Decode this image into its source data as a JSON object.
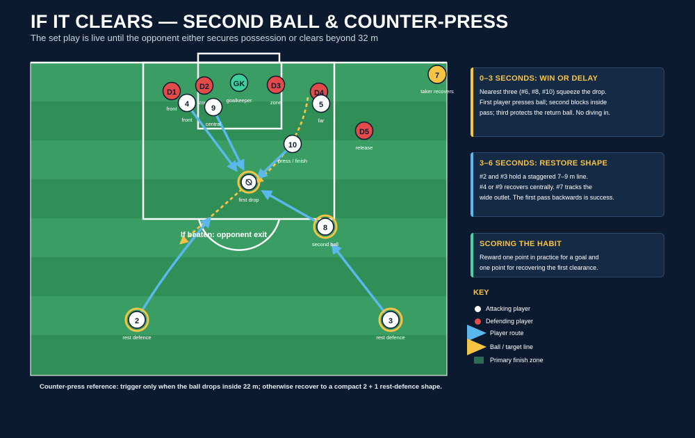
{
  "header": {
    "title": "IF IT CLEARS — SECOND BALL & COUNTER-PRESS",
    "subtitle": "The set play is live until the opponent either secures possession or clears beyond 32 m"
  },
  "colors": {
    "attacker_fill": "#ffffff",
    "defender_fill": "#e34a4a",
    "goalkeeper_fill": "#3fcf9a",
    "taker_fill": "#f6c445",
    "route": "#5ab8ec",
    "ball_line": "#f6c445",
    "pitch_light": "#3a9e64",
    "pitch_dark": "#2f8f57"
  },
  "players": {
    "defenders": [
      {
        "id": "D1",
        "label": "front"
      },
      {
        "id": "D2",
        "label": "zone"
      },
      {
        "id": "D3",
        "label": "zone"
      },
      {
        "id": "D4",
        "label": ""
      },
      {
        "id": "D5",
        "label": "release"
      }
    ],
    "goalkeeper": {
      "id": "GK",
      "label": "goalkeeper"
    },
    "attackers": [
      {
        "id": "4",
        "label": "front"
      },
      {
        "id": "9",
        "label": "central"
      },
      {
        "id": "5",
        "label": "far"
      },
      {
        "id": "10",
        "label": "press / finish"
      },
      {
        "id": "8",
        "label": "second ball"
      },
      {
        "id": "2",
        "label": "rest defence"
      },
      {
        "id": "3",
        "label": "rest defence"
      }
    ],
    "taker": {
      "id": "7",
      "label": "taker recovers"
    }
  },
  "ball": {
    "label": "first drop",
    "icon": "ball-icon"
  },
  "pitch_annotation": "If beaten: opponent exit",
  "footnote": "Counter-press reference: trigger only when the ball drops inside 22 m; otherwise recover to a compact 2 + 1 rest-defence shape.",
  "cards": [
    {
      "title": "0–3 SECONDS: WIN OR DELAY",
      "accent": "#f6c445",
      "lines": [
        "Nearest three (#6, #8, #10) squeeze the drop.",
        "First player presses ball; second blocks inside",
        "pass; third protects the return ball. No diving in."
      ]
    },
    {
      "title": "3–6 SECONDS: RESTORE SHAPE",
      "accent": "#5ab8ec",
      "lines": [
        "#2 and #3 hold a staggered 7–9 m line.",
        "#4 or #9 recovers centrally. #7 tracks the",
        "wide outlet. The first pass backwards is success."
      ]
    },
    {
      "title": "SCORING THE HABIT",
      "accent": "#4fd1a0",
      "lines": [
        "Reward one point in practice for a goal and",
        "one point for recovering the first clearance."
      ]
    }
  ],
  "key": {
    "title": "KEY",
    "items": [
      {
        "label": "Attacking player",
        "icon": "attacker-swatch-icon"
      },
      {
        "label": "Defending player",
        "icon": "defender-swatch-icon"
      },
      {
        "label": "Player route",
        "icon": "route-swatch-icon"
      },
      {
        "label": "Ball / target line",
        "icon": "ball-line-swatch-icon"
      },
      {
        "label": "Primary finish zone",
        "icon": "finish-zone-swatch-icon"
      }
    ]
  }
}
